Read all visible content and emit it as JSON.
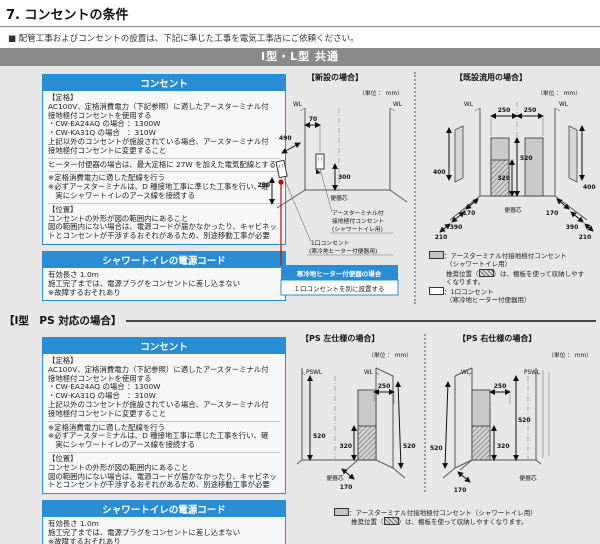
{
  "page": {
    "title": "7. コンセントの条件",
    "note": "■ 配管工事およびコンセントの設置は、下記に準じた工事を電気工事店にご依頼ください。",
    "section1_title": "I型・L型 共通",
    "section2_title": "【I型　PS 対応の場合】"
  },
  "colors": {
    "accent_blue": "#2a8dd4",
    "bar_gray": "#8a8a8a",
    "warning_red": "#d60000",
    "zone_gray": "#c9c9c9"
  },
  "outlet_box": {
    "title": "コンセント",
    "rating": [
      "【定格】",
      "AC100V、定格消費電力（下記参照）に適したアースターミナル付",
      "接地極付コンセントを使用する",
      "・CW-EA24AQ の場合 ：1300W",
      "・CW-KA31Q の場合　：310W",
      "上記以外のコンセントが施設されている場合、アースターミナル付",
      "接地極付コンセントに変更すること"
    ],
    "heater": [
      "ヒーター付便器の場合は、最大定格に 27W を加えた電気配線とする"
    ],
    "notes": [
      "※定格消費電力に適した配線を行う",
      "※必ずアースターミナルは、D 種接地工事に準じた工事を行い、確",
      "　実にシャワートイレのアース線を接続する"
    ],
    "position": [
      "【位置】",
      "コンセントの外形が図の範囲内にあること",
      "図の範囲内にない場合は、電源コードが届かなかったり、キャビネッ",
      "トとコンセントが干渉するおそれがあるため、別途移動工事が必要"
    ]
  },
  "power_cord_box": {
    "title": "シャワートイレの電源コード",
    "lines": [
      "有効長さ 1.0m",
      "施工完了までは、電源プラグをコンセントに差し込まない",
      "※故障するおそれあり"
    ]
  },
  "diagrams": {
    "shinsetsu": {
      "title": "【新設の場合】",
      "unit": "（単位 ： mm）",
      "wl_left": "WL",
      "wl_right": "WL",
      "d70": "70",
      "d490": "490",
      "d250": "250",
      "d300": "300",
      "benkishin": "便器芯",
      "earth_label_1": "アースターミナル付",
      "earth_label_2": "接地極付コンセント",
      "earth_label_3": "(シャワートイレ用)",
      "single_label_1": "1口コンセント",
      "single_label_2": "(寒冷地ヒーター付便器用)",
      "callout_title": "寒冷地ヒーター付便器の場合",
      "callout_body": "１口コンセントを別に設置する"
    },
    "kisetsu": {
      "title": "【既設流用の場合】",
      "unit": "（単位 ： mm）",
      "wl_left": "WL",
      "wl_right": "WL",
      "d250l": "250",
      "d250r": "250",
      "d520": "520",
      "d320": "320",
      "d400l": "400",
      "d400r": "400",
      "d170l": "170",
      "d170r": "170",
      "d390l": "390",
      "d390r": "390",
      "d210l": "210",
      "d210r": "210",
      "benkishin": "便器芯"
    },
    "kisetsu_legend": {
      "gray_line1": "：アースターミナル付接地極付コンセント",
      "gray_line2": "（シャワートイレ用）",
      "gray_line3a": "推奨位置（",
      "gray_line3b": "）は、棚板を使って収納しやす",
      "gray_line4": "くなります。",
      "white_line1": "：1口コンセント",
      "white_line2": "（寒冷地ヒーター付便器用）"
    },
    "ps_left": {
      "title": "【PS 左仕様の場合】",
      "unit": "（単位 ： mm）",
      "pswl": "PSWL",
      "wl": "WL",
      "d250": "250",
      "d520l": "520",
      "d320": "320",
      "d520r": "520",
      "d170": "170",
      "benkishin": "便器芯"
    },
    "ps_right": {
      "title": "【PS 右仕様の場合】",
      "unit": "（単位 ： mm）",
      "wl": "WL",
      "pswl": "PSWL",
      "d250": "250",
      "d520l": "520",
      "d320": "320",
      "d520r": "520",
      "d170": "170",
      "benkishin": "便器芯"
    },
    "ps_legend": {
      "line1": "：アースターミナル付接地極付コンセント（シャワートイレ用）",
      "line2a": "推奨位置（",
      "line2b": "）は、棚板を使って収納しやすくなります。"
    }
  }
}
